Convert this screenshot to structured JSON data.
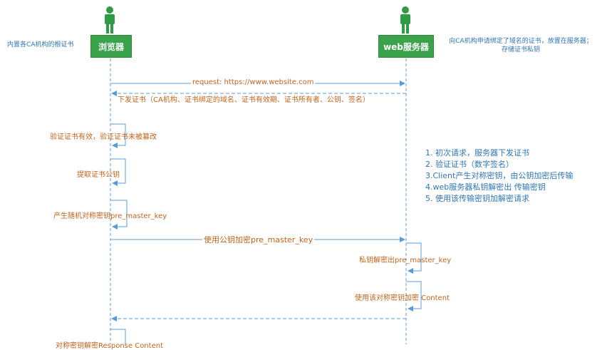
{
  "actors": {
    "browser": {
      "label": "浏览器",
      "note": "内置各CA机构的根证书"
    },
    "server": {
      "label": "web服务器",
      "note_lines": [
        "向CA机构申请绑定了域名的证书，放置在服务器；",
        "存储证书私钥"
      ]
    }
  },
  "messages": {
    "request": "request:  https://www.website.com",
    "send_cert": "下发证书（CA机构、证书绑定的域名、证书有效期、证书所有者、公钥、签名）",
    "verify_cert": "验证证书有效，验证证书未被篡改",
    "extract_key": "提取证书公钥",
    "gen_key": "产生随机对称密钥pre_master_key",
    "encrypt_key": "使用公钥加密pre_master_key",
    "decrypt_key": "私钥解密出pre_master_key",
    "encrypt_content": "使用该对称密钥加密 Content",
    "decrypt_content": "对称密钥解密Response Content"
  },
  "summary": [
    "1. 初次请求，服务器下发证书",
    "2. 验证证书（数字签名）",
    "3.Client产生对称密钥，由公钥加密后传输",
    "4.web服务器私钥解密出 传输密钥",
    "5. 使用该传输密钥加解密请求"
  ],
  "colors": {
    "actor": "#3aa24a",
    "arrow": "#5b9bd5",
    "text_orange": "#c0641b",
    "text_blue": "#2e75b6"
  }
}
